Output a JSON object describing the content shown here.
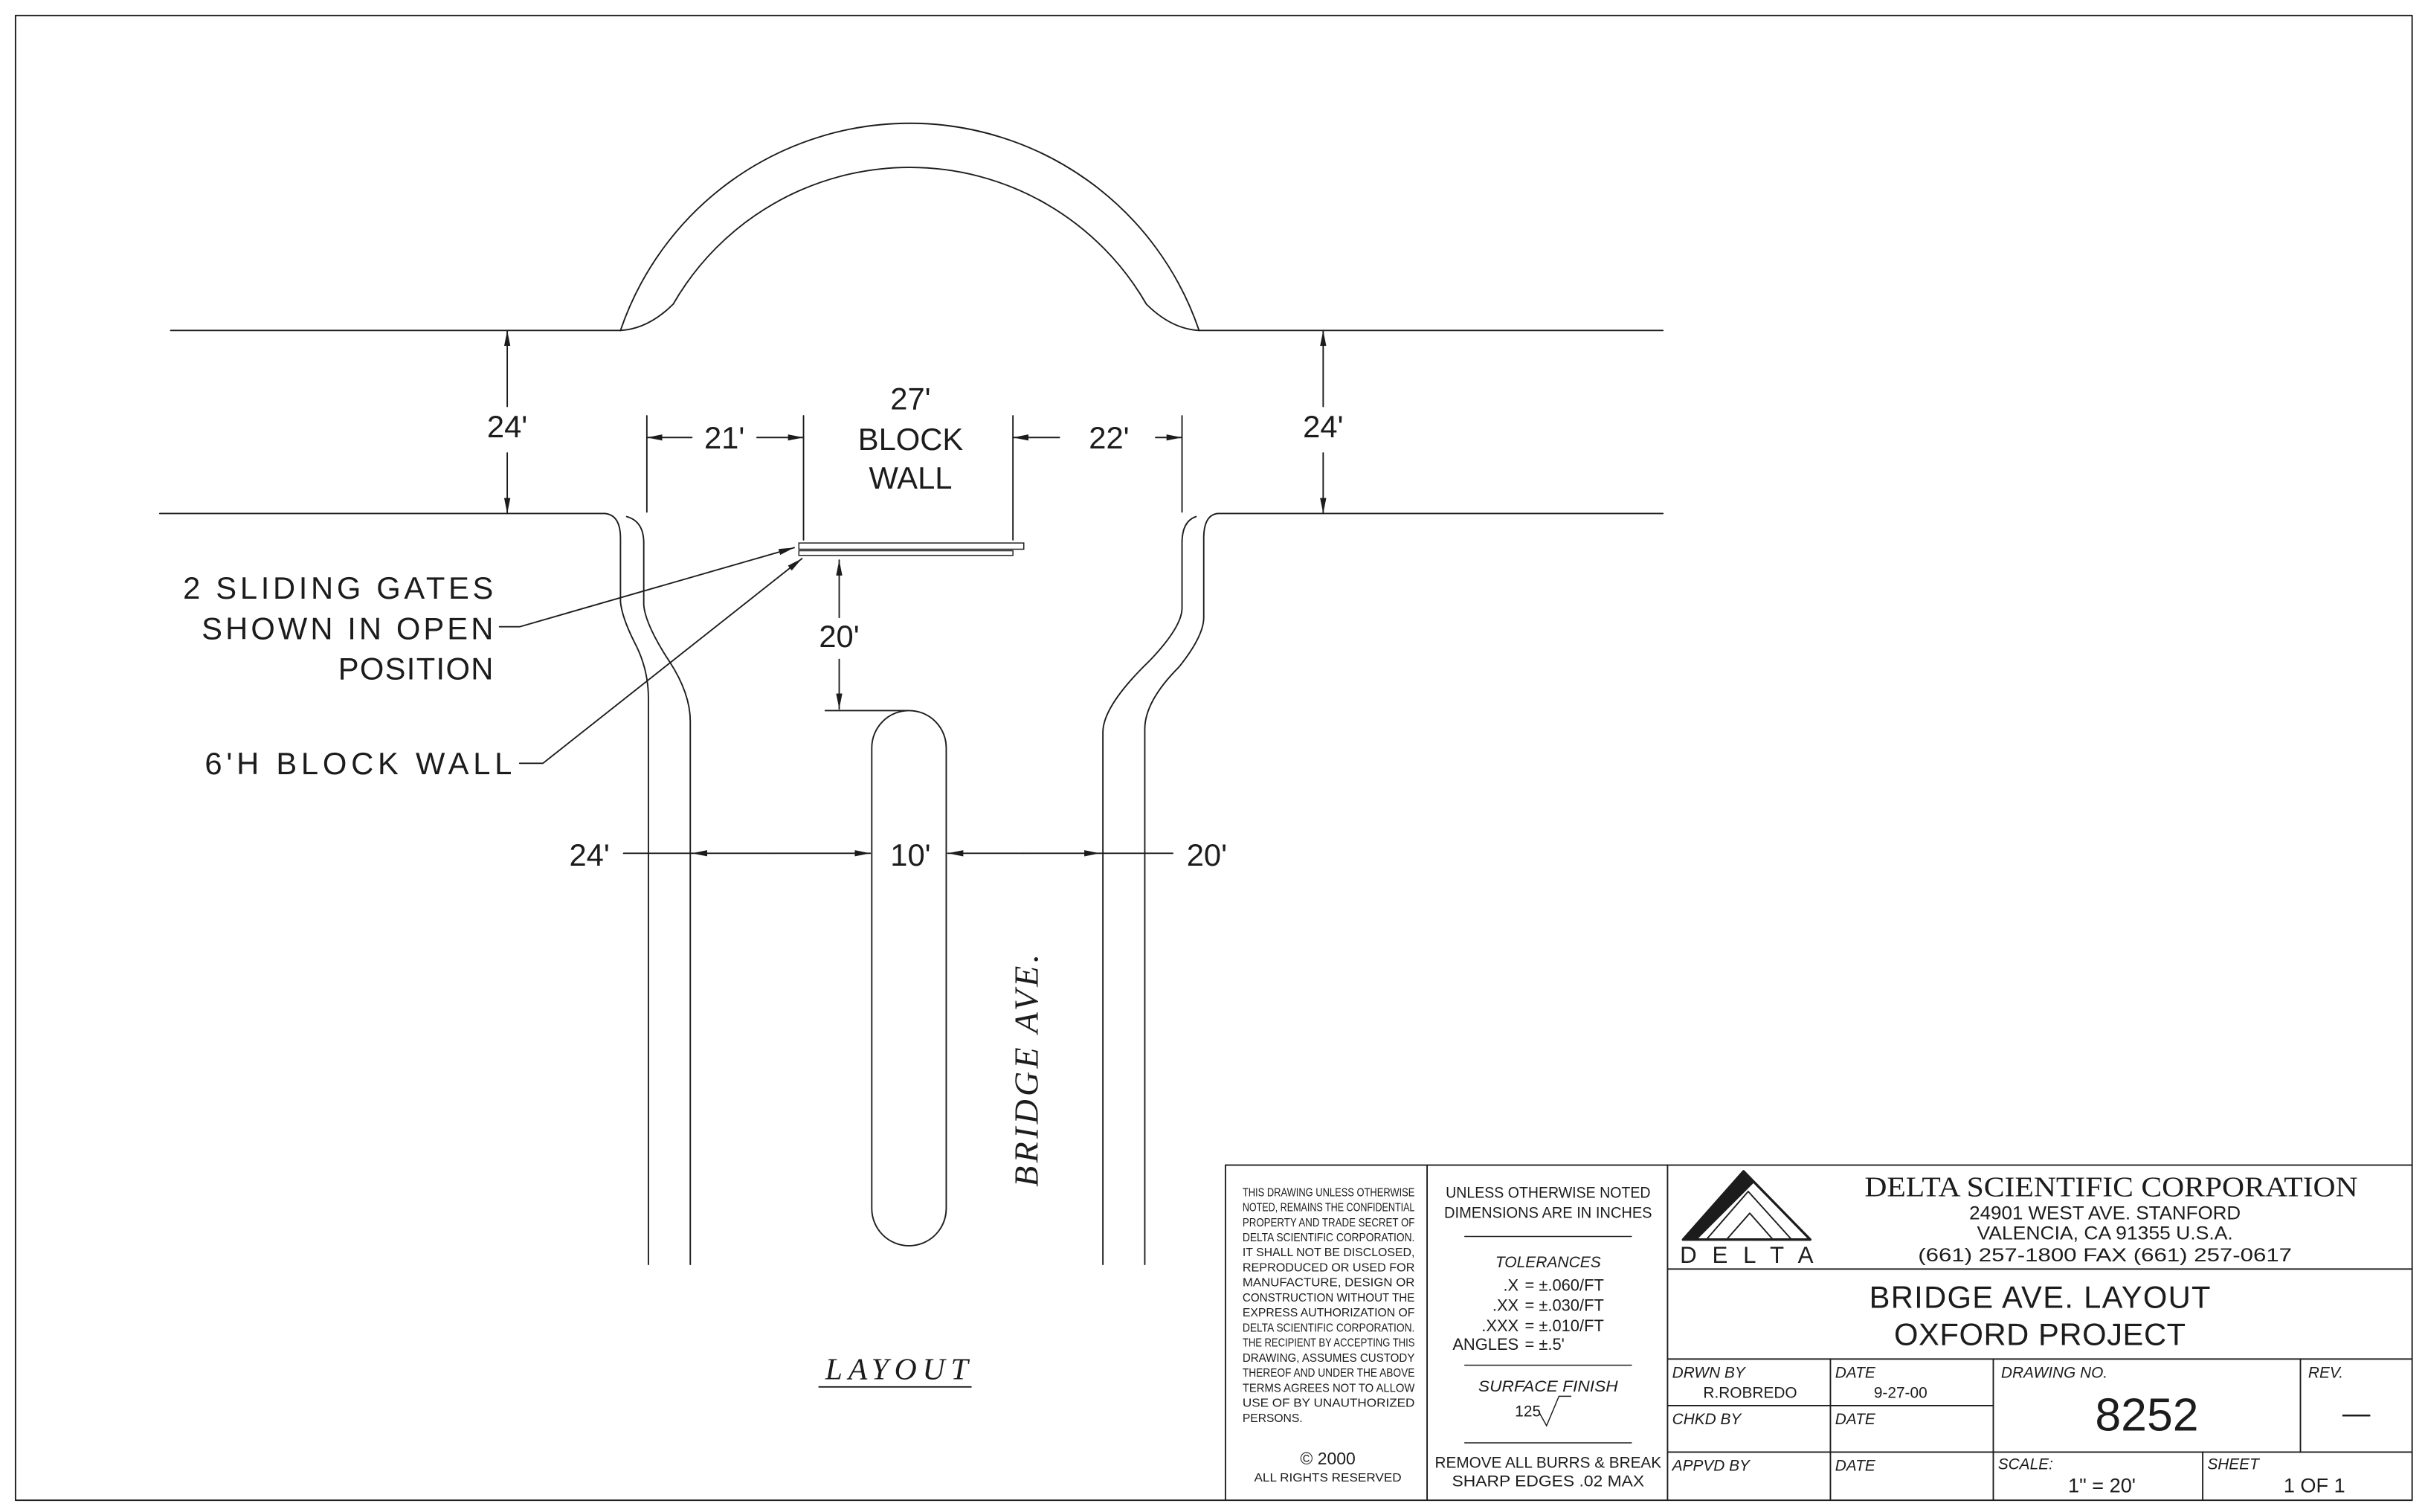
{
  "colors": {
    "ink": "#1c1c1c",
    "paper": "#ffffff"
  },
  "drawing": {
    "dimensions": {
      "road_width_left": "24'",
      "road_width_right": "24'",
      "left_offset": "21'",
      "wall_length": "27'",
      "wall_label_line1": "BLOCK",
      "wall_label_line2": "WALL",
      "right_offset": "22'",
      "wall_to_median": "20'",
      "left_lane": "24'",
      "median_width": "10'",
      "right_lane": "20'"
    },
    "callouts": {
      "gates": [
        "2 SLIDING GATES",
        "SHOWN IN OPEN",
        "POSITION"
      ],
      "wall": "6'H BLOCK WALL"
    },
    "street_name": "BRIDGE AVE.",
    "view_title": "LAYOUT"
  },
  "title_block": {
    "confidential_notice": [
      "THIS DRAWING UNLESS OTHERWISE",
      "NOTED, REMAINS THE CONFIDENTIAL",
      "PROPERTY AND TRADE SECRET OF",
      "DELTA SCIENTIFIC CORPORATION.",
      "IT SHALL NOT BE DISCLOSED,",
      "REPRODUCED OR USED FOR",
      "MANUFACTURE, DESIGN OR",
      "CONSTRUCTION WITHOUT THE",
      "EXPRESS AUTHORIZATION OF",
      "DELTA SCIENTIFIC CORPORATION.",
      "THE RECIPIENT BY ACCEPTING THIS",
      "DRAWING, ASSUMES CUSTODY",
      "THEREOF AND UNDER THE ABOVE",
      "TERMS AGREES NOT TO ALLOW",
      "USE OF BY UNAUTHORIZED",
      "PERSONS."
    ],
    "copyright": "© 2000",
    "rights": "ALL RIGHTS RESERVED",
    "general_notes": [
      "UNLESS OTHERWISE NOTED",
      "DIMENSIONS ARE IN INCHES"
    ],
    "tolerances": {
      "heading": "TOLERANCES",
      "rows": [
        {
          "label": ".X",
          "value": "= ±.060/FT"
        },
        {
          "label": ".XX",
          "value": "= ±.030/FT"
        },
        {
          "label": ".XXX",
          "value": "= ±.010/FT"
        },
        {
          "label": "ANGLES",
          "value": "= ±.5'"
        }
      ]
    },
    "surface_finish": {
      "heading": "SURFACE FINISH",
      "value": "125"
    },
    "edge_note": [
      "REMOVE ALL BURRS & BREAK",
      "SHARP EDGES .02 MAX"
    ],
    "logo_text": "DELTA",
    "company": {
      "name": "DELTA SCIENTIFIC CORPORATION",
      "address_1": "24901 WEST AVE. STANFORD",
      "address_2": "VALENCIA, CA 91355 U.S.A.",
      "phone": "(661) 257-1800 FAX (661) 257-0617"
    },
    "title": [
      "BRIDGE AVE. LAYOUT",
      "OXFORD PROJECT"
    ],
    "drawn_by": {
      "label": "DRWN BY",
      "value": "R.ROBREDO"
    },
    "drawn_date": {
      "label": "DATE",
      "value": "9-27-00"
    },
    "checked_by": {
      "label": "CHKD BY"
    },
    "checked_date": {
      "label": "DATE"
    },
    "approved_by": {
      "label": "APPVD BY"
    },
    "approved_date": {
      "label": "DATE"
    },
    "drawing_number": {
      "label": "DRAWING NO.",
      "value": "8252"
    },
    "revision": {
      "label": "REV.",
      "value": "—"
    },
    "scale": {
      "label": "SCALE:",
      "value": "1\" = 20'"
    },
    "sheet": {
      "label": "SHEET",
      "value": "1 OF 1"
    }
  }
}
